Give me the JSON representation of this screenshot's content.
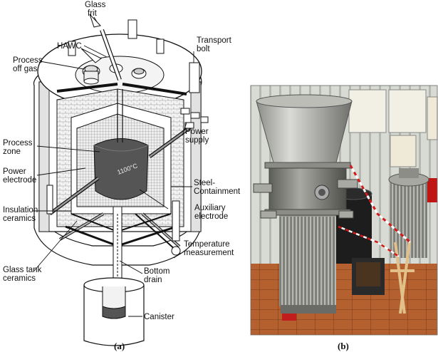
{
  "panel_a": {
    "labels": {
      "glass_frit_1": "Glass",
      "glass_frit_2": "frit",
      "hawc": "HAWC",
      "process_off_gas_1": "Process",
      "process_off_gas_2": "off gas",
      "transport_bolt_1": "Transport",
      "transport_bolt_2": "bolt",
      "process_zone_1": "Process",
      "process_zone_2": "zone",
      "power_supply_1": "Power",
      "power_supply_2": "supply",
      "power_electrode_1": "Power",
      "power_electrode_2": "electrode",
      "temp_1100": "1100°C",
      "steel_containment_1": "Steel-",
      "steel_containment_2": "Containment",
      "auxiliary_electrode_1": "Auxiliary",
      "auxiliary_electrode_2": "electrode",
      "insulation_ceramics_1": "Insulation",
      "insulation_ceramics_2": "ceramics",
      "temperature_measurement_1": "Temperature",
      "temperature_measurement_2": "measurement",
      "glass_tank_ceramics_1": "Glass tank",
      "glass_tank_ceramics_2": "ceramics",
      "bottom_drain_1": "Bottom",
      "bottom_drain_2": "drain",
      "canister": "Canister"
    },
    "caption": "(a)"
  },
  "panel_b": {
    "caption": "(b)"
  },
  "colors": {
    "melt": "#555555",
    "steel": "#8a8a86",
    "wall": "#cfd2cc",
    "floor": "#a0522d",
    "stripe_red": "#d11a1a"
  }
}
